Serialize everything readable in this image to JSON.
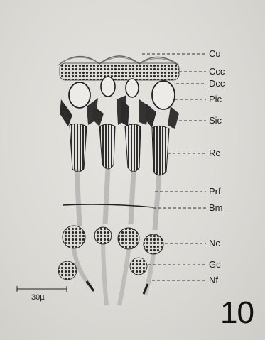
{
  "figure_number": "10",
  "scale_bar": {
    "label": "30µ"
  },
  "labels": [
    {
      "key": "cu",
      "text": "Cu"
    },
    {
      "key": "ccc",
      "text": "Ccc"
    },
    {
      "key": "dcc",
      "text": "Dcc"
    },
    {
      "key": "pic",
      "text": "Pic"
    },
    {
      "key": "sic",
      "text": "Sic"
    },
    {
      "key": "rc",
      "text": "Rc"
    },
    {
      "key": "prf",
      "text": "Prf"
    },
    {
      "key": "bm",
      "text": "Bm"
    },
    {
      "key": "nc",
      "text": "Nc"
    },
    {
      "key": "gc",
      "text": "Gc"
    },
    {
      "key": "nf",
      "text": "Nf"
    }
  ]
}
